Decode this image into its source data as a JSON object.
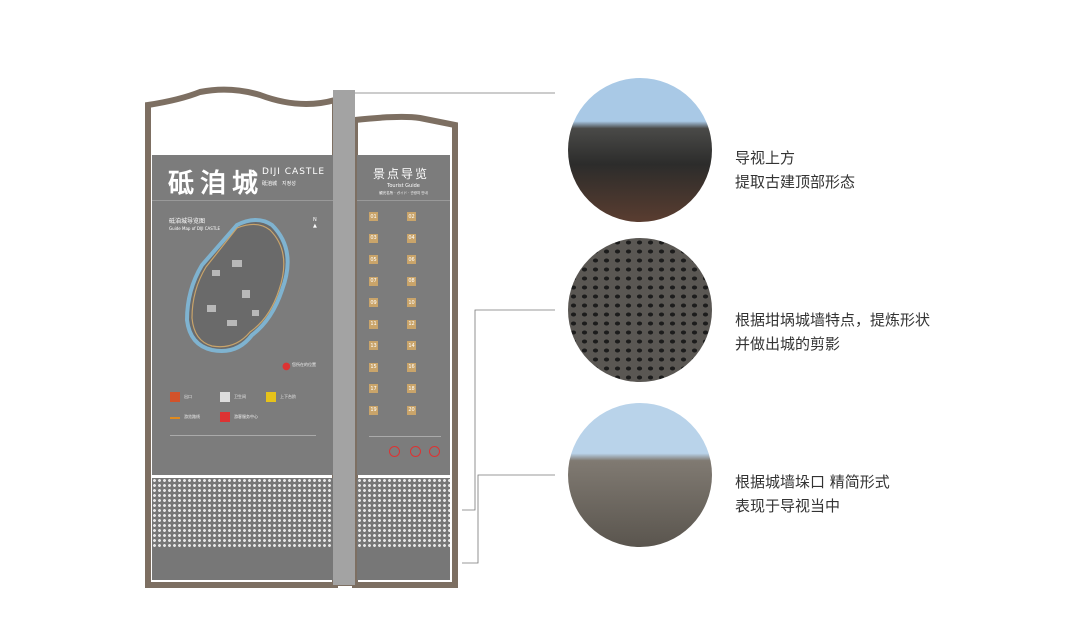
{
  "sign": {
    "title_cn": "砥洎城",
    "title_en": "DIJI CASTLE",
    "subtitle": "砥洎城　지정성",
    "map_title": "砥洎城导览图",
    "map_subtitle": "Guide Map of DIJI CASTLE",
    "north": "N",
    "right_title": "景点导览",
    "right_subtitle": "Tourist Guide",
    "right_sub2": "観光名所 · ガイド · 관광지 안내",
    "spot_numbers": [
      "01",
      "02",
      "03",
      "04",
      "05",
      "06",
      "07",
      "08",
      "09",
      "10",
      "11",
      "12",
      "13",
      "14",
      "15",
      "16",
      "17",
      "18",
      "19",
      "20"
    ],
    "legend": [
      "出口",
      "卫生间",
      "上下台阶",
      "游览路线",
      "游客服务中心",
      "您所在的位置"
    ]
  },
  "annotations": [
    {
      "line1": "导视上方",
      "line2": "提取古建顶部形态"
    },
    {
      "line1": "根据坩埚城墙特点，提炼形状",
      "line2": "并做出城的剪影"
    },
    {
      "line1": "根据城墙垛口 精简形式",
      "line2": "表现于导视当中"
    }
  ],
  "colors": {
    "frame": "#7d6f62",
    "panel": "#7c7c7c",
    "pole": "#a3a3a3",
    "accent": "#c9a46a",
    "river": "#7fb3d0"
  }
}
